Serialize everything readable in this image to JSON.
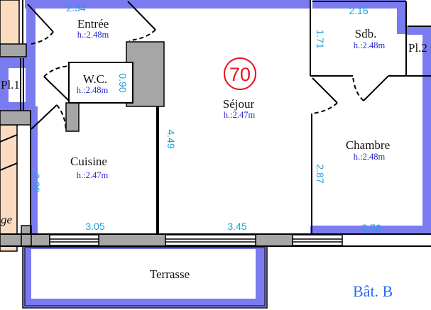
{
  "plan": {
    "badge": "70",
    "building": "Bât. B",
    "colors": {
      "wall_band": "#7b7bf0",
      "wall": "#a6a6a6",
      "neighbor": "#fbdcc0",
      "dimension": "#1ea0d8",
      "height": "#2a2ad0",
      "badge": "#e8141e"
    },
    "rooms": {
      "entree": {
        "name": "Entrée",
        "height": "h.:2.48m"
      },
      "wc": {
        "name": "W.C.",
        "height": "h.:2.48m"
      },
      "sejour": {
        "name": "Séjour",
        "height": "h.:2.47m"
      },
      "cuisine": {
        "name": "Cuisine",
        "height": "h.:2.47m"
      },
      "sdb": {
        "name": "Sdb.",
        "height": "h.:2.48m"
      },
      "chambre": {
        "name": "Chambre",
        "height": "h.:2.48m"
      },
      "terrasse": {
        "name": "Terrasse"
      },
      "pl1": {
        "name": "Pl.1"
      },
      "pl2": {
        "name": "Pl.2"
      },
      "neighbor": {
        "name": "ge"
      }
    },
    "dimensions": {
      "entree_width": "2.34",
      "wc_width": "0.90",
      "sejour_depth": "4.49",
      "cuisine_depth": "2.39",
      "cuisine_width": "3.05",
      "sejour_width": "3.45",
      "sdb_width": "2.16",
      "sdb_depth": "1.71",
      "chambre_depth": "2.87",
      "chambre_width": "2.76"
    }
  }
}
